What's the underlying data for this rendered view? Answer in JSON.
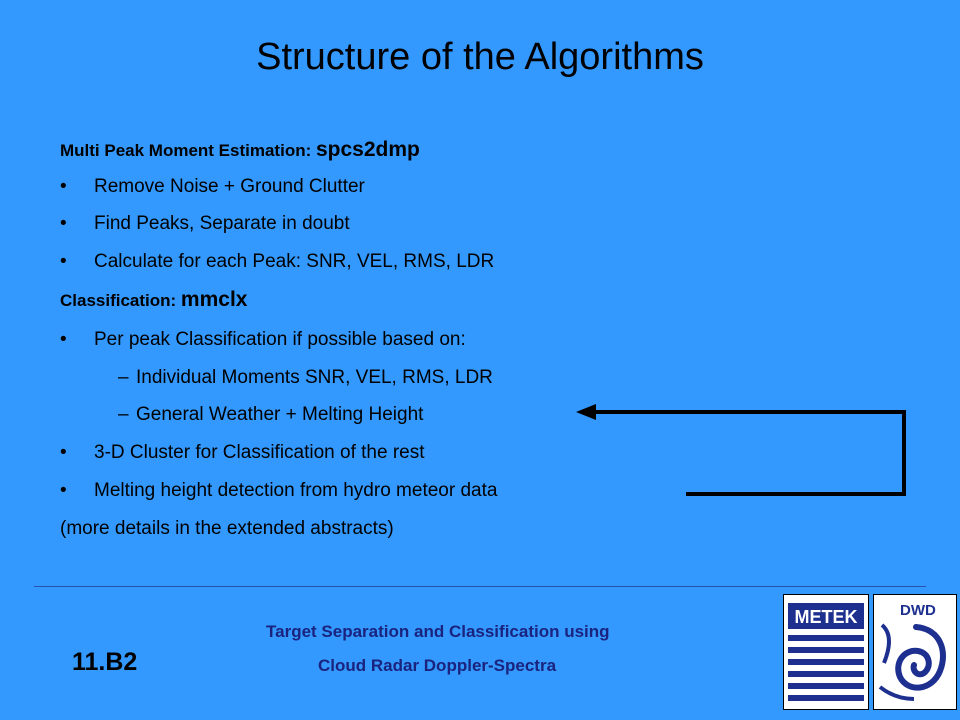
{
  "slide": {
    "title": "Structure of the Algorithms"
  },
  "content": {
    "section1": {
      "label": "Multi Peak Moment Estimation: ",
      "code": "spcs2dmp",
      "bullets": [
        "Remove Noise + Ground Clutter",
        "Find Peaks, Separate in doubt",
        "Calculate for each Peak: SNR, VEL, RMS, LDR"
      ]
    },
    "section2": {
      "label": "Classification: ",
      "code": "mmclx",
      "bullet1": "Per peak Classification if possible based on:",
      "subitems": [
        "Individual Moments SNR, VEL, RMS, LDR",
        "General Weather + Melting Height"
      ],
      "bullet2": "3-D Cluster for Classification of the rest",
      "bullet3": "Melting height detection from hydro meteor data"
    },
    "note": "(more details in the extended abstracts)",
    "bullet_symbol": "•",
    "dash_symbol": "–"
  },
  "footer": {
    "line1": "Target Separation and Classification using",
    "line2": "Cloud Radar Doppler-Spectra",
    "session_code": "11.B2",
    "logo_left_text": "METEK",
    "logo_right_text": "DWD"
  },
  "colors": {
    "background": "#3399ff",
    "footer_text": "#1a237e",
    "logo_blue": "#1d2f8f"
  }
}
